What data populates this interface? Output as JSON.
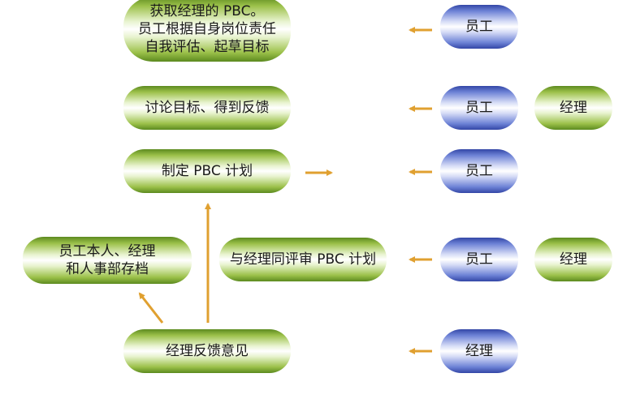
{
  "process": {
    "step1": "获取经理的 PBC。\n员工根据自身岗位责任\n自我评估、起草目标",
    "step2": "讨论目标、得到反馈",
    "step3": "制定 PBC 计划",
    "step4": "与经理同评审 PBC 计划",
    "step5": "经理反馈意见",
    "step6": "员工本人、经理\n和人事部存档"
  },
  "roles": {
    "row1": [
      "员工"
    ],
    "row2": [
      "员工",
      "经理"
    ],
    "row3": [
      "员工"
    ],
    "row4": [
      "员工",
      "经理"
    ],
    "row5": [
      "经理"
    ]
  },
  "colors": {
    "process_fill": "#9cc14a",
    "role_fill": "#6d82d6",
    "arrow": "#e0a030"
  }
}
